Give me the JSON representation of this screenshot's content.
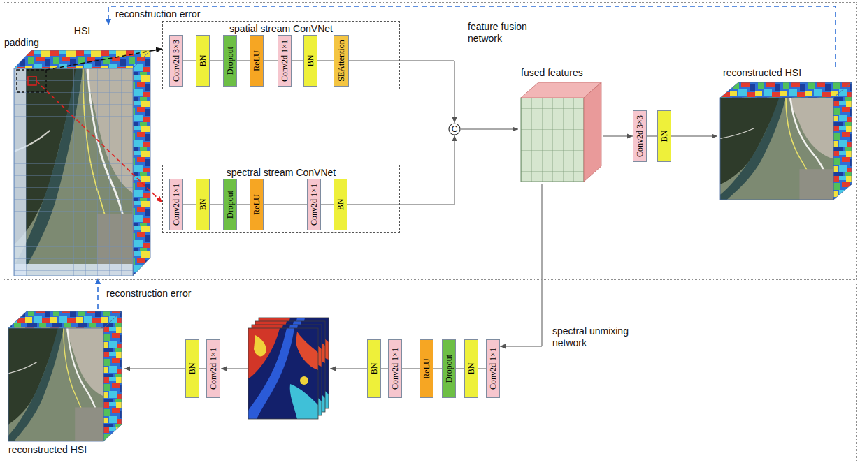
{
  "diagram": {
    "nodes": [
      {
        "text": [
          "feature fusion network"
        ]
      },
      {
        "text": [
          "HSI"
        ],
        "in": 0
      },
      {
        "text": [
          "spatial stream ConVNet"
        ],
        "in": 0
      },
      {
        "text": [
          "Conv2d 3×3"
        ],
        "in": 2
      },
      {
        "text": [
          "BN"
        ],
        "in": 2
      },
      {
        "text": [
          "Dropout"
        ],
        "in": 2
      },
      {
        "text": [
          "ReLU"
        ],
        "in": 2
      },
      {
        "text": [
          "Conv2d 1×1"
        ],
        "in": 2
      },
      {
        "text": [
          "BN"
        ],
        "in": 2
      },
      {
        "text": [
          "SEAttention"
        ],
        "in": 2
      },
      {
        "text": [
          "spectral stream ConVNet"
        ],
        "in": 0
      },
      {
        "text": [
          "Conv2d 1×1"
        ],
        "in": 10
      },
      {
        "text": [
          "BN"
        ],
        "in": 10
      },
      {
        "text": [
          "Dropout"
        ],
        "in": 10
      },
      {
        "text": [
          "ReLU"
        ],
        "in": 10
      },
      {
        "text": [
          "Conv2d 1×1"
        ],
        "in": 10
      },
      {
        "text": [
          "BN"
        ],
        "in": 10
      },
      {
        "text": [
          "C"
        ],
        "in": 0
      },
      {
        "text": [
          "fused features"
        ],
        "in": 0
      },
      {
        "text": [
          "Conv2d 3×3"
        ],
        "in": 0
      },
      {
        "text": [
          "BN"
        ],
        "in": 0
      },
      {
        "text": [
          "reconstructed HSI"
        ],
        "in": 0
      },
      {
        "text": [
          "spectral unmixing network"
        ]
      },
      {
        "text": [
          "reconstructed HSI"
        ],
        "in": 22
      },
      {
        "text": [
          "BN"
        ],
        "in": 22
      },
      {
        "text": [
          "Conv2d 1×1"
        ],
        "in": 22
      },
      {
        "text": [
          "BN"
        ],
        "in": 22
      },
      {
        "text": [
          "Conv2d 1×1"
        ],
        "in": 22
      },
      {
        "text": [
          "ReLU"
        ],
        "in": 22
      },
      {
        "text": [
          "Dropout"
        ],
        "in": 22
      },
      {
        "text": [
          "BN"
        ],
        "in": 22
      },
      {
        "text": [
          "Conv2d 1×1"
        ],
        "in": 22
      }
    ],
    "edges": [
      {
        "from": 1,
        "to": 2,
        "arrow": "to"
      },
      {
        "from": 1,
        "to": 10,
        "arrow": "to"
      },
      {
        "from": 3,
        "to": 4,
        "arrow": "none"
      },
      {
        "from": 4,
        "to": 5,
        "arrow": "none"
      },
      {
        "from": 5,
        "to": 6,
        "arrow": "none"
      },
      {
        "from": 6,
        "to": 7,
        "arrow": "none"
      },
      {
        "from": 7,
        "to": 8,
        "arrow": "none"
      },
      {
        "from": 8,
        "to": 9,
        "arrow": "none"
      },
      {
        "from": 11,
        "to": 12,
        "arrow": "none"
      },
      {
        "from": 12,
        "to": 13,
        "arrow": "none"
      },
      {
        "from": 13,
        "to": 14,
        "arrow": "none"
      },
      {
        "from": 14,
        "to": 15,
        "arrow": "none"
      },
      {
        "from": 15,
        "to": 16,
        "arrow": "none"
      },
      {
        "from": 2,
        "to": 17,
        "arrow": "to"
      },
      {
        "from": 10,
        "to": 17,
        "arrow": "to"
      },
      {
        "from": 17,
        "to": 18,
        "arrow": "to"
      },
      {
        "from": 18,
        "to": 19,
        "arrow": "to"
      },
      {
        "from": 19,
        "to": 20,
        "arrow": "none"
      },
      {
        "from": 20,
        "to": 21,
        "arrow": "to"
      },
      {
        "from": 21,
        "to": 1,
        "arrow": "to",
        "label": "reconstruction error"
      },
      {
        "from": 18,
        "to": 31,
        "arrow": "to"
      },
      {
        "from": 31,
        "to": 30,
        "arrow": "none"
      },
      {
        "from": 30,
        "to": 29,
        "arrow": "none"
      },
      {
        "from": 29,
        "to": 28,
        "arrow": "none"
      },
      {
        "from": 28,
        "to": 27,
        "arrow": "none"
      },
      {
        "from": 27,
        "to": 26,
        "arrow": "none"
      },
      {
        "from": 25,
        "to": 24,
        "arrow": "none"
      },
      {
        "from": 24,
        "to": 23,
        "arrow": "to"
      },
      {
        "from": 23,
        "to": 1,
        "arrow": "to",
        "label": "reconstruction error"
      }
    ],
    "labels": [
      "padding"
    ]
  }
}
